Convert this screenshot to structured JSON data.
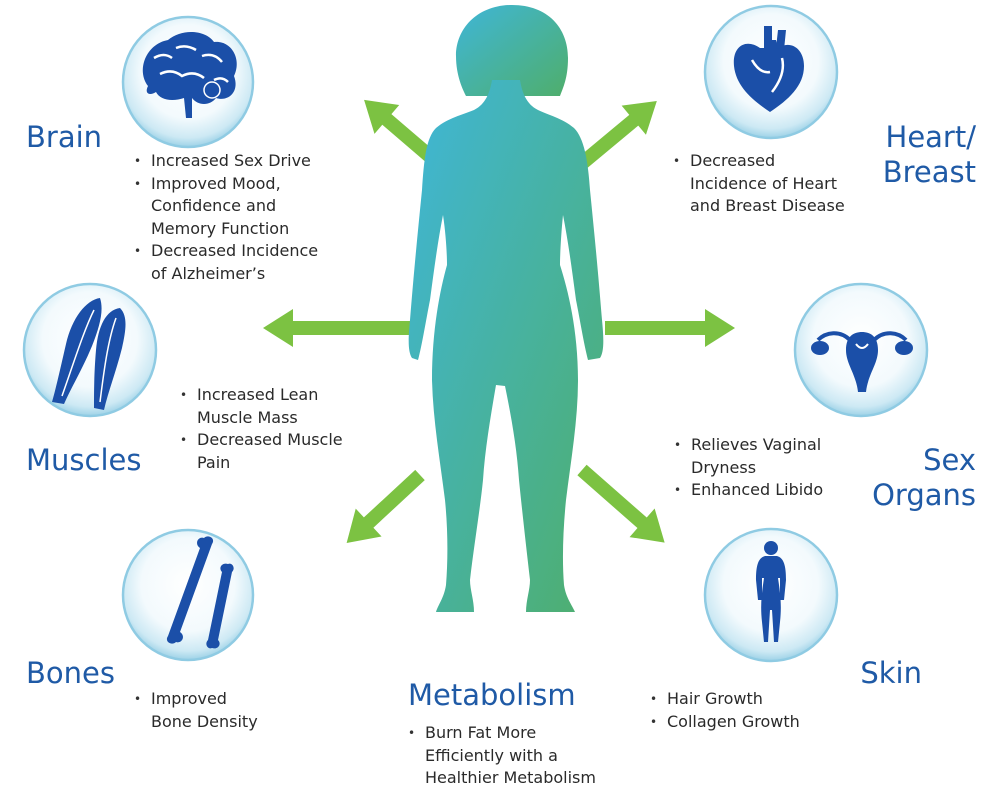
{
  "colors": {
    "label": "#1f5aa6",
    "icon": "#1b4fa8",
    "arrow": "#7cc242",
    "figure_top": "#3fb6d8",
    "figure_bottom": "#4fae6b",
    "bubble_edge": "#8fcbe3",
    "text": "#2a2a2a"
  },
  "sections": {
    "brain": {
      "label": "Brain",
      "icon": "brain-icon",
      "bullets": [
        "Increased Sex Drive",
        "Improved Mood,\nConfidence and\nMemory Function",
        "Decreased Incidence\nof Alzheimer’s"
      ]
    },
    "heart": {
      "label": "Heart/\nBreast",
      "icon": "heart-icon",
      "bullets": [
        "Decreased\nIncidence of Heart\nand Breast Disease"
      ]
    },
    "muscles": {
      "label": "Muscles",
      "icon": "muscle-icon",
      "bullets": [
        "Increased Lean\nMuscle Mass",
        "Decreased Muscle\nPain"
      ]
    },
    "sex_organs": {
      "label": "Sex\nOrgans",
      "icon": "uterus-icon",
      "bullets": [
        "Relieves Vaginal\nDryness",
        "Enhanced Libido"
      ]
    },
    "bones": {
      "label": "Bones",
      "icon": "bone-icon",
      "bullets": [
        "Improved\nBone Density"
      ]
    },
    "skin": {
      "label": "Skin",
      "icon": "body-silhouette-icon",
      "bullets": [
        "Hair Growth",
        "Collagen Growth"
      ]
    },
    "metabolism": {
      "label": "Metabolism",
      "bullets": [
        "Burn Fat More\nEfficiently with a\nHealthier Metabolism"
      ]
    }
  }
}
